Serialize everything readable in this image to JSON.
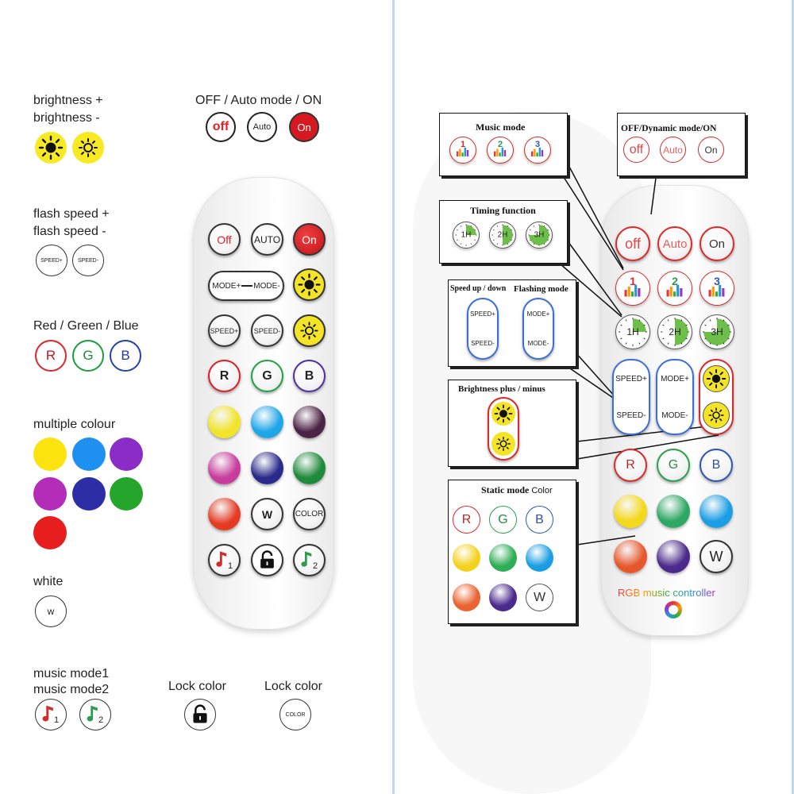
{
  "legend": {
    "brightness_up": "brightness +",
    "brightness_down": "brightness -",
    "power_title": "OFF / Auto mode / ON",
    "off_key": "off",
    "auto_key": "Auto",
    "on_key": "On",
    "flash_up": "flash speed +",
    "flash_down": "flash speed -",
    "speed_plus_key": "SPEED+",
    "speed_minus_key": "SPEED-",
    "rgb_title": "Red / Green / Blue",
    "r_key": "R",
    "g_key": "G",
    "b_key": "B",
    "multiple_title": "multiple colour",
    "multi_colors": [
      "#fbe40d",
      "#1e90ef",
      "#8a2cc6",
      "#b42db8",
      "#2c2ea6",
      "#25a52b",
      "#e61e1e"
    ],
    "white_title": "white",
    "white_key": "w",
    "music_mode1": "music mode1",
    "music_mode2": "music mode2",
    "music1_sub": "1",
    "music2_sub": "2",
    "lock_title": "Lock color",
    "color_title": "Lock color",
    "color_key": "COLOR"
  },
  "remote_left": {
    "off": "Off",
    "auto": "AUTO",
    "on": "On",
    "mode_plus": "MODE+",
    "mode_minus": "MODE-",
    "speed_plus": "SPEED+",
    "speed_minus": "SPEED-",
    "r": "R",
    "g": "G",
    "b": "B",
    "row5_colors": [
      "#f1e42a",
      "#1fa6e8",
      "#4b2345"
    ],
    "row6_colors": [
      "#c83c9c",
      "#2a2a8a",
      "#1f8a3a"
    ],
    "row7_color": "#e53b25",
    "w": "W",
    "color": "COLOR",
    "music1_sub": "1",
    "music2_sub": "2"
  },
  "callouts": {
    "music_mode_title": "Music mode",
    "music_digits": [
      "1",
      "2",
      "3"
    ],
    "power_title": "OFF/Dynamic mode/ON",
    "off": "off",
    "auto": "Auto",
    "on": "On",
    "timing_title": "Timing function",
    "timers": [
      "1H",
      "2H",
      "3H"
    ],
    "speed_title": "Speed up / down",
    "flash_title": "Flashing mode",
    "speed_plus": "SPEED+",
    "speed_minus": "SPEED-",
    "mode_plus": "MODE+",
    "mode_minus": "MODE-",
    "brightness_title": "Brightness plus / minus",
    "static_title": "Static mode",
    "static_title_suffix": "Color",
    "r": "R",
    "g": "G",
    "b": "B",
    "w": "W",
    "static_colors": [
      "#f3d21f",
      "#2fae58",
      "#1b9de2",
      "#ea6330",
      "#4b2a8e"
    ]
  },
  "remote_right": {
    "off": "off",
    "auto": "Auto",
    "on": "On",
    "music_digits": [
      "1",
      "2",
      "3"
    ],
    "timers": [
      "1H",
      "2H",
      "3H"
    ],
    "speed_plus": "SPEED+",
    "speed_minus": "SPEED-",
    "mode_plus": "MODE+",
    "mode_minus": "MODE-",
    "r": "R",
    "g": "G",
    "b": "B",
    "w": "W",
    "row_colors_1": [
      "#f4d81c",
      "#2fa765",
      "#1b9ee4"
    ],
    "row_colors_2": [
      "#e6582c",
      "#4a2a8a"
    ],
    "brand": "RGB music controller"
  },
  "icons": [
    "sun-icon",
    "music-note-icon",
    "lock-icon",
    "timer-icon",
    "equalizer-icon",
    "logo-icon"
  ]
}
